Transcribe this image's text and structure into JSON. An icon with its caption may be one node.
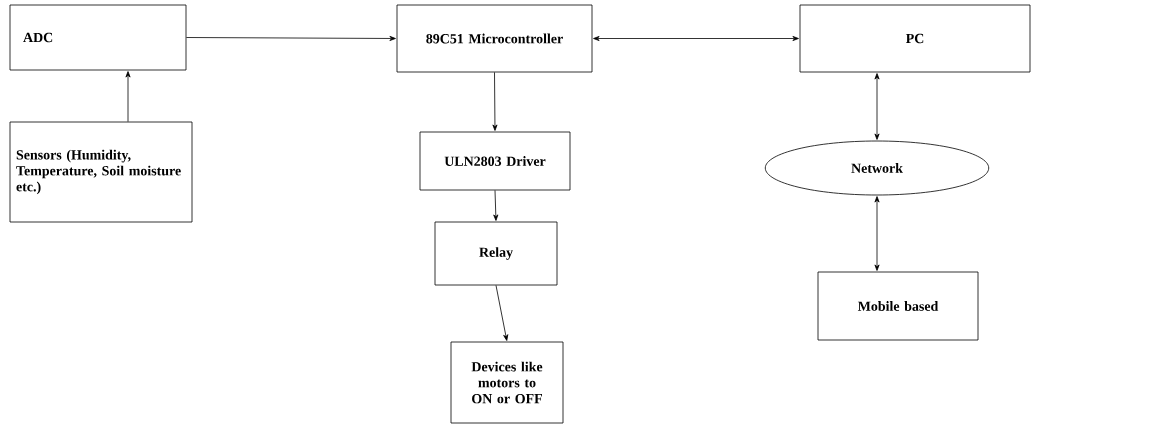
{
  "diagram": {
    "nodes": [
      {
        "text": [
          "ADC"
        ]
      },
      {
        "text": [
          "89C51 Microcontroller"
        ]
      },
      {
        "text": [
          "PC"
        ]
      },
      {
        "text": [
          "Sensors (Humidity, Temperature, Soil moisture etc.)"
        ]
      },
      {
        "text": [
          "ULN2803 Driver"
        ]
      },
      {
        "text": [
          "Network"
        ]
      },
      {
        "text": [
          "Relay"
        ]
      },
      {
        "text": [
          "Mobile based"
        ]
      },
      {
        "text": [
          "Devices like motors to ON or OFF"
        ]
      }
    ],
    "edges": [
      {
        "from": 0,
        "to": 1,
        "arrow": "to"
      },
      {
        "from": 1,
        "to": 2,
        "arrow": "both"
      },
      {
        "from": 3,
        "to": 0,
        "arrow": "to"
      },
      {
        "from": 1,
        "to": 4,
        "arrow": "to"
      },
      {
        "from": 2,
        "to": 5,
        "arrow": "both"
      },
      {
        "from": 4,
        "to": 6,
        "arrow": "to"
      },
      {
        "from": 5,
        "to": 7,
        "arrow": "both"
      },
      {
        "from": 6,
        "to": 8,
        "arrow": "to"
      }
    ]
  }
}
